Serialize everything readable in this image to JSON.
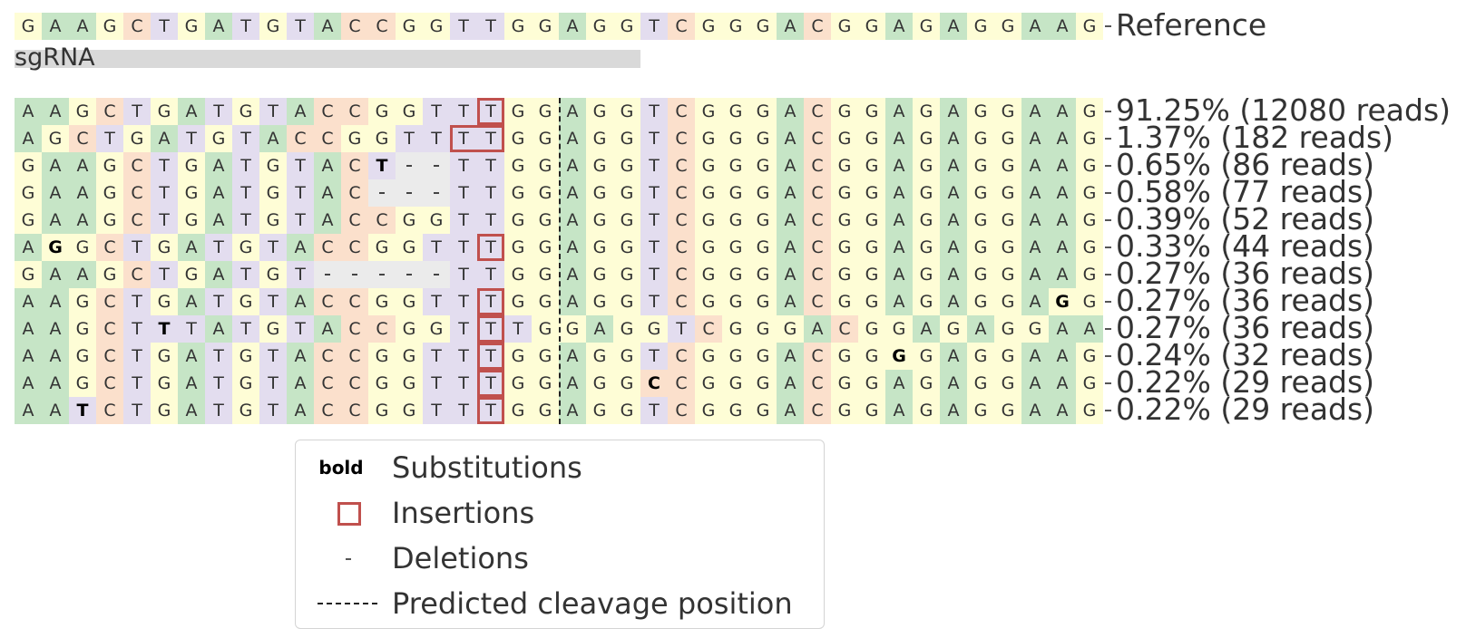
{
  "reference": {
    "sequence": "GAAGCTGATGTACCGGTTGGAGGTCGGGACGGAGAGGAAG",
    "label": "Reference"
  },
  "sgrna": {
    "label": "sgRNA"
  },
  "alleles": [
    {
      "seq": "AAGCTGATGTACCGGTTTGGAGGTCGGGACGGAGAGGAAG",
      "label": "91.25% (12080 reads)",
      "insertion_cols": [
        17
      ],
      "substitution_cols": []
    },
    {
      "seq": "AGCTGATGTACCGGTTTTGGAGGTCGGGACGGAGAGGAAG",
      "label": "1.37% (182 reads)",
      "insertion_cols": [
        16,
        17
      ],
      "substitution_cols": []
    },
    {
      "seq": "GAAGCTGATGTACT--TTGGAGGTCGGGACGGAGAGGAAG",
      "label": "0.65% (86 reads)",
      "insertion_cols": [],
      "substitution_cols": [
        13
      ]
    },
    {
      "seq": "GAAGCTGATGTAC---TTGGAGGTCGGGACGGAGAGGAAG",
      "label": "0.58% (77 reads)",
      "insertion_cols": [],
      "substitution_cols": []
    },
    {
      "seq": "GAAGCTGATGTACCGGTTGGAGGTCGGGACGGAGAGGAAG",
      "label": "0.39% (52 reads)",
      "insertion_cols": [],
      "substitution_cols": []
    },
    {
      "seq": "AGGCTGATGTACCGGTTTGGAGGTCGGGACGGAGAGGAAG",
      "label": "0.33% (44 reads)",
      "insertion_cols": [
        17
      ],
      "substitution_cols": [
        1
      ]
    },
    {
      "seq": "GAAGCTGATGT-----TTGGAGGTCGGGACGGAGAGGAAG",
      "label": "0.27% (36 reads)",
      "insertion_cols": [],
      "substitution_cols": []
    },
    {
      "seq": "AAGCTGATGTACCGGTTTGGAGGTCGGGACGGAGAGGAGG",
      "label": "0.27% (36 reads)",
      "insertion_cols": [
        17
      ],
      "substitution_cols": [
        38
      ]
    },
    {
      "seq": "AAGCTTTATGTACCGGTTTGGAGGTCGGGACGGAGAGGAAG",
      "label": "0.27% (36 reads)",
      "insertion_cols": [
        17
      ],
      "substitution_cols": [
        5
      ]
    },
    {
      "seq": "AAGCTGATGTACCGGTTTGGAGGTCGGGACGGGGAGGAAG",
      "label": "0.24% (32 reads)",
      "insertion_cols": [
        17
      ],
      "substitution_cols": [
        32
      ]
    },
    {
      "seq": "AAGCTGATGTACCGGTTTGGAGGCCGGGACGGAGAGGAAG",
      "label": "0.22% (29 reads)",
      "insertion_cols": [
        17
      ],
      "substitution_cols": [
        23
      ]
    },
    {
      "seq": "AATCTGATGTACCGGTTTGGAGGTCGGGACGGAGAGGAAG",
      "label": "0.22% (29 reads)",
      "insertion_cols": [
        17
      ],
      "substitution_cols": [
        2
      ]
    }
  ],
  "base_colors": {
    "A": "#c6e5c6",
    "C": "#fbe0cc",
    "G": "#fefdd6",
    "T": "#e3ddef",
    "-": "#ebebeb"
  },
  "insertion_color": "#c0504d",
  "legend": {
    "substitutions_symbol": "bold",
    "substitutions_label": "Substitutions",
    "insertions_label": "Insertions",
    "deletions_label": "Deletions",
    "cleavage_label": "Predicted cleavage position"
  }
}
